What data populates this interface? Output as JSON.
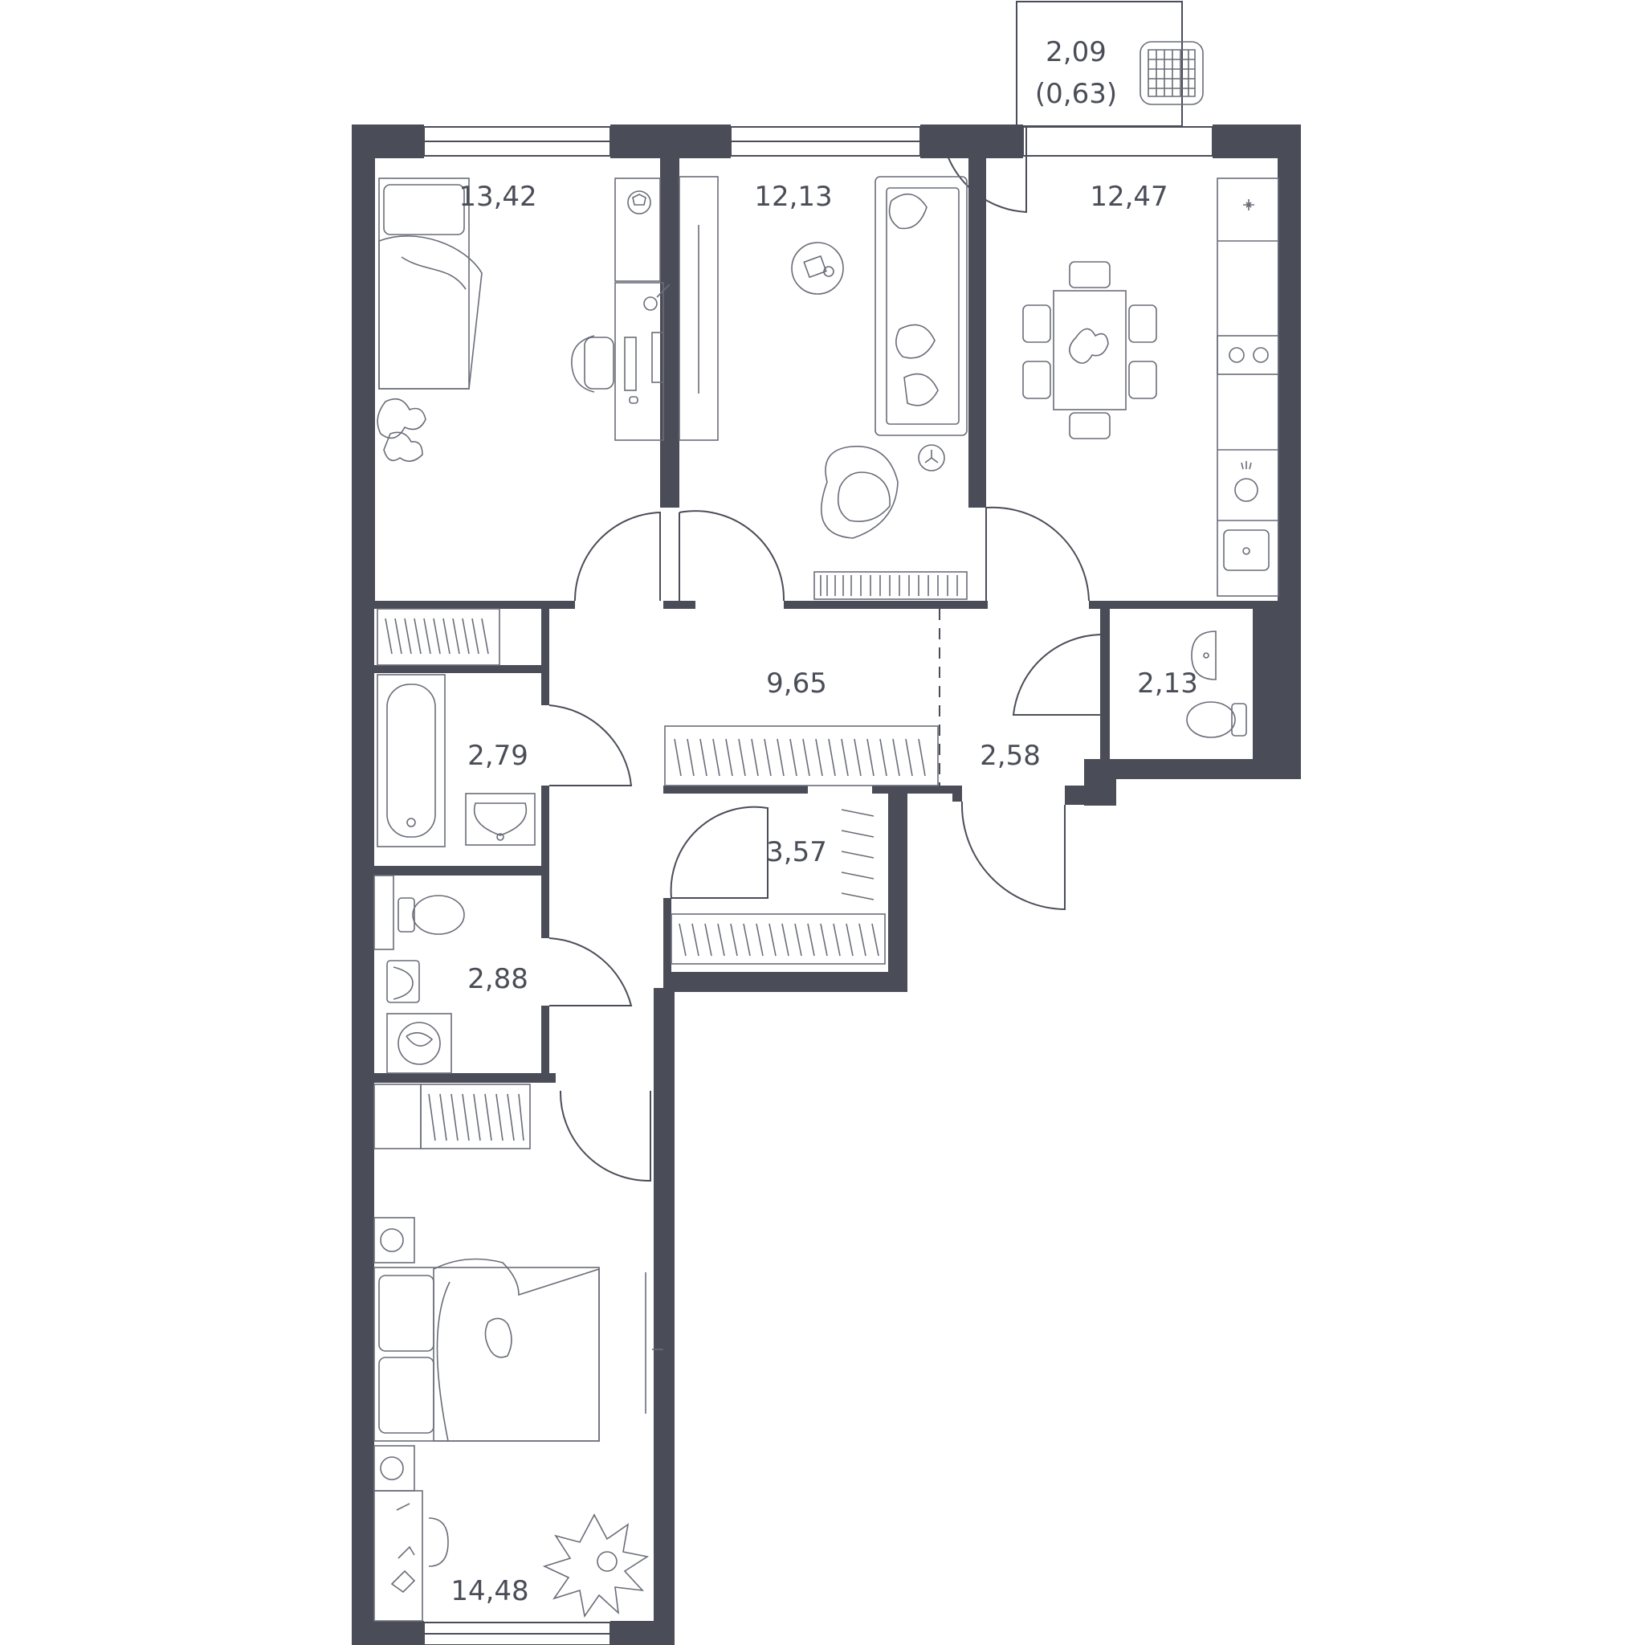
{
  "wall_color": "#4a4d58",
  "rooms": [
    {
      "id": "bedroom-1",
      "area": "13,42"
    },
    {
      "id": "living-room",
      "area": "12,13"
    },
    {
      "id": "kitchen",
      "area": "12,47"
    },
    {
      "id": "balcony",
      "area": "2,09",
      "area_reduced": "(0,63)"
    },
    {
      "id": "hallway",
      "area": "9,65"
    },
    {
      "id": "vestibule",
      "area": "2,58"
    },
    {
      "id": "wc-small",
      "area": "2,13"
    },
    {
      "id": "bathroom",
      "area": "2,79"
    },
    {
      "id": "storage",
      "area": "3,57"
    },
    {
      "id": "wc-laundry",
      "area": "2,88"
    },
    {
      "id": "bedroom-2",
      "area": "14,48"
    }
  ],
  "furniture_icons": [
    "bed-icon",
    "desk-icon",
    "office-chair-icon",
    "computer-icon",
    "ball-icon",
    "toy-icon",
    "tv-icon",
    "sofa-icon",
    "armchair-icon",
    "coffee-table-icon",
    "bookshelf-icon",
    "dining-table-icon",
    "chair-icon",
    "kitchen-counter-icon",
    "stove-icon",
    "sink-icon",
    "bathtub-icon",
    "toilet-icon",
    "washbasin-icon",
    "washing-machine-icon",
    "wardrobe-icon",
    "laundry-basket-icon",
    "plant-icon",
    "nightstand-icon",
    "mirror-icon"
  ]
}
